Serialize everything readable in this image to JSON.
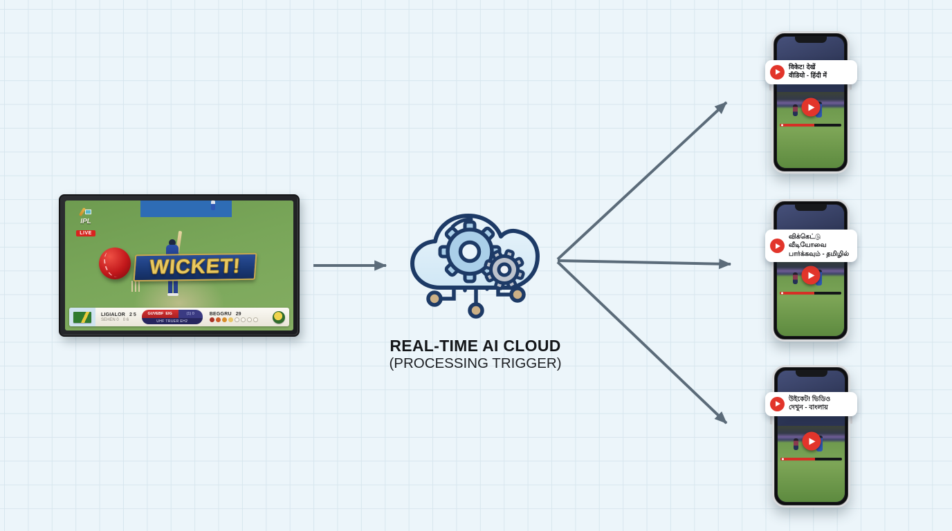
{
  "diagram": {
    "background_color": "#ecf5fa",
    "grid_color": "#d7e6ee",
    "arrow_color": "#5b6b79"
  },
  "processor": {
    "title": "REAL-TIME AI CLOUD",
    "subtitle": "(PROCESSING TRIGGER)",
    "icon": "cloud-with-gears-and-circuit",
    "colors": {
      "outline": "#1d3a66",
      "cloud_fill": "#ddeef8",
      "gear_large": "#aacfe9",
      "gear_small": "#bdc3cd",
      "node_fill": "#ccb086"
    }
  },
  "tv": {
    "channel_logo": "IPL",
    "live_badge": "LIVE",
    "overlay_banner": "WICKET!",
    "banner_colors": {
      "background": "#1b3a78",
      "text": "#e9c860",
      "trim": "#c8a750"
    },
    "ball_color": "#c2181b",
    "scoreboard": {
      "team1": {
        "name": "LIGIALOR",
        "score": "2 5",
        "sub": "SEHEN 0",
        "sub_score": "0 6"
      },
      "status_pill": {
        "red_left": "GUVEBF",
        "red_right": "EIG",
        "aux": "(1) 0",
        "bottom": "UHF TRUER EH2"
      },
      "team2": {
        "name": "BEGGRU",
        "score": "29"
      },
      "over_balls": [
        "#a93226",
        "#cb5a28",
        "#d78c2a",
        "#e7c566",
        "hollow",
        "hollow",
        "hollow",
        "hollow"
      ]
    }
  },
  "phones": [
    {
      "language": "Hindi",
      "notification": "विकेट! देखें\nवीडियो - हिंदी में"
    },
    {
      "language": "Tamil",
      "notification": "விக்கெட்டு\nவீடியோவை\nபார்க்கவும் - தமிழில்"
    },
    {
      "language": "Bengali",
      "notification": "উইকেট! ভিডিও\nদেখুন - বাংলায়"
    }
  ],
  "notification_accent": "#e2352b",
  "video_progress_percent": 56
}
